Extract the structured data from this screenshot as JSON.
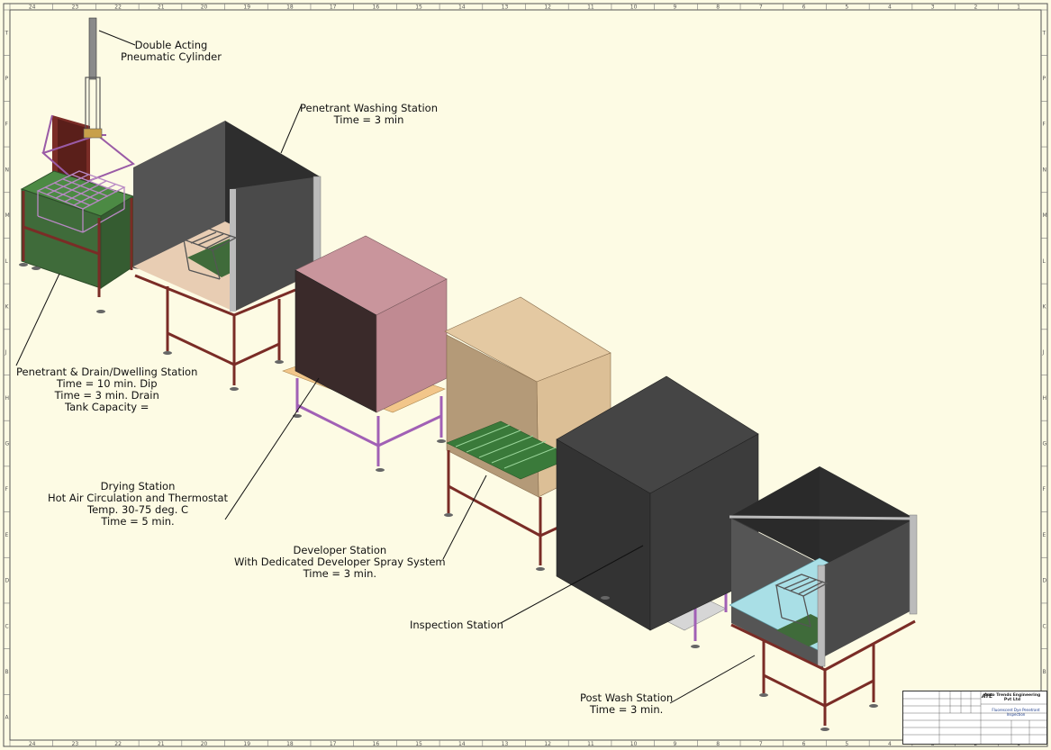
{
  "labels": {
    "cylinder": [
      "Double Acting",
      "Pneumatic Cylinder"
    ],
    "washing": [
      "Penetrant Washing Station",
      "Time = 3 min"
    ],
    "penetrant": [
      "Penetrant & Drain/Dwelling Station",
      "Time = 10 min. Dip",
      "Time = 3 min. Drain",
      "Tank Capacity ="
    ],
    "drying": [
      "Drying Station",
      "Hot Air Circulation and Thermostat",
      "Temp. 30-75 deg. C",
      "Time = 5 min."
    ],
    "developer": [
      "Developer Station",
      "With Dedicated Developer Spray System",
      "Time = 3 min."
    ],
    "inspection": [
      "Inspection Station"
    ],
    "postwash": [
      "Post Wash Station",
      "Time = 3 min."
    ]
  },
  "border": {
    "columns": [
      "24",
      "23",
      "22",
      "21",
      "20",
      "19",
      "18",
      "17",
      "16",
      "15",
      "14",
      "13",
      "12",
      "11",
      "10",
      "9",
      "8",
      "7",
      "6",
      "5",
      "4",
      "3",
      "2",
      "1"
    ],
    "rows": [
      "T",
      "P",
      "F",
      "N",
      "M",
      "L",
      "K",
      "J",
      "H",
      "G",
      "F",
      "E",
      "D",
      "C",
      "B",
      "A"
    ]
  },
  "title_block": {
    "company": "Auto Trends Engineering Pvt Ltd",
    "logo": "ATE",
    "title": "Fluorescent Dye Penetrant Inspection"
  },
  "colors": {
    "background": "#fdfbe4",
    "frame": "#7a2c26",
    "dark_panel": "#404040",
    "purple": "#a160b5",
    "tank_green": "#3f6b3a",
    "oven": "#c08a92",
    "developer_box": "#e2c9a0",
    "inspect_table": "#f2cb86",
    "postwash_tank": "#a9dfe6"
  }
}
